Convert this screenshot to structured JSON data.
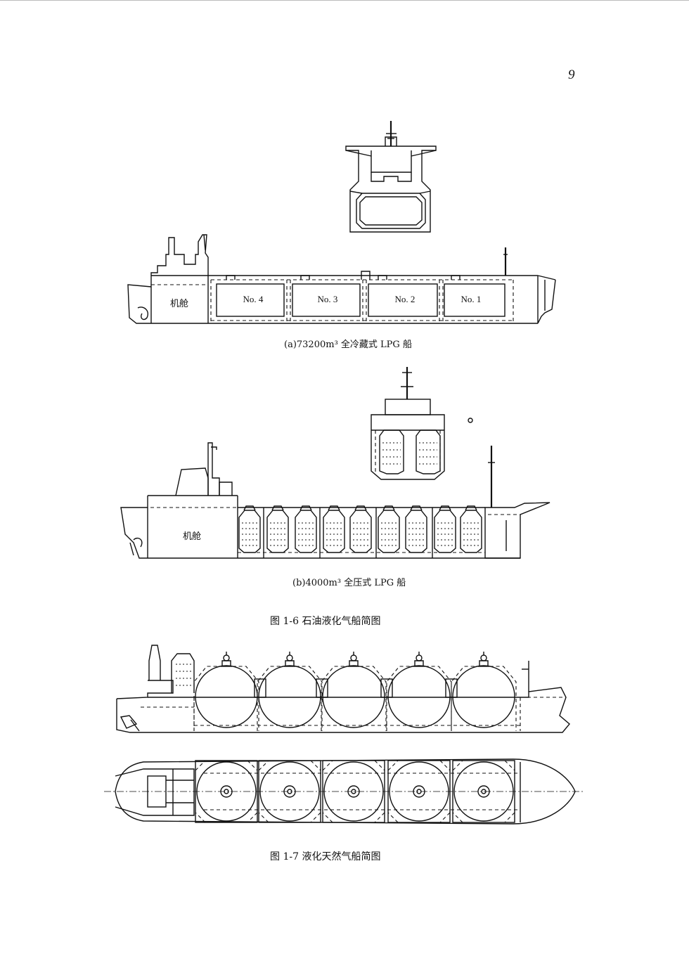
{
  "page": {
    "number": "9"
  },
  "figure_1_6": {
    "a": {
      "engine_room": "机舱",
      "tanks": [
        "No. 4",
        "No. 3",
        "No. 2",
        "No. 1"
      ],
      "caption": "(a)73200m³ 全冷藏式 LPG 船"
    },
    "b": {
      "engine_room": "机舱",
      "caption": "(b)4000m³ 全压式 LPG 船"
    },
    "title": "图 1-6   石油液化气船简图"
  },
  "figure_1_7": {
    "title": "图 1-7   液化天然气船简图"
  }
}
